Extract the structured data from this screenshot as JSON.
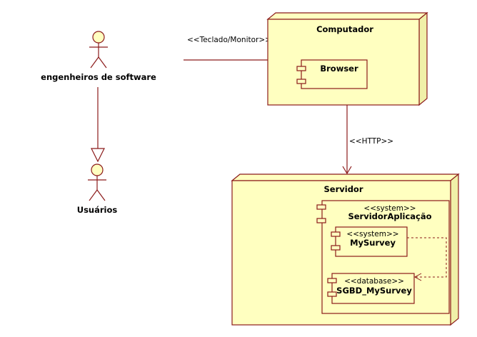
{
  "colors": {
    "node_fill": "#ffffc0",
    "node_side": "#f0f0a8",
    "stroke": "#8b1a1a",
    "actor_fill": "#ffffc0"
  },
  "actors": [
    {
      "label": "engenheiros de software",
      "icon": "stick-figure-icon"
    },
    {
      "label": "Usuários",
      "icon": "stick-figure-icon"
    }
  ],
  "nodes": {
    "computador": {
      "title": "Computador"
    },
    "servidor": {
      "title": "Servidor"
    }
  },
  "components": {
    "browser": {
      "name": "Browser",
      "icon": "component-icon"
    },
    "servidor_aplicacao": {
      "stereotype": "<<system>>",
      "name": "ServidorAplicação",
      "icon": "component-icon"
    },
    "mysurvey": {
      "stereotype": "<<system>>",
      "name": "MySurvey",
      "icon": "component-icon"
    },
    "sgbd": {
      "stereotype": "<<database>>",
      "name": "SGBD_MySurvey",
      "icon": "component-icon"
    }
  },
  "connectors": {
    "actor_computer": {
      "stereotype": "<<Teclado/Monitor>>"
    },
    "computer_server": {
      "stereotype": "<<HTTP>>"
    }
  }
}
